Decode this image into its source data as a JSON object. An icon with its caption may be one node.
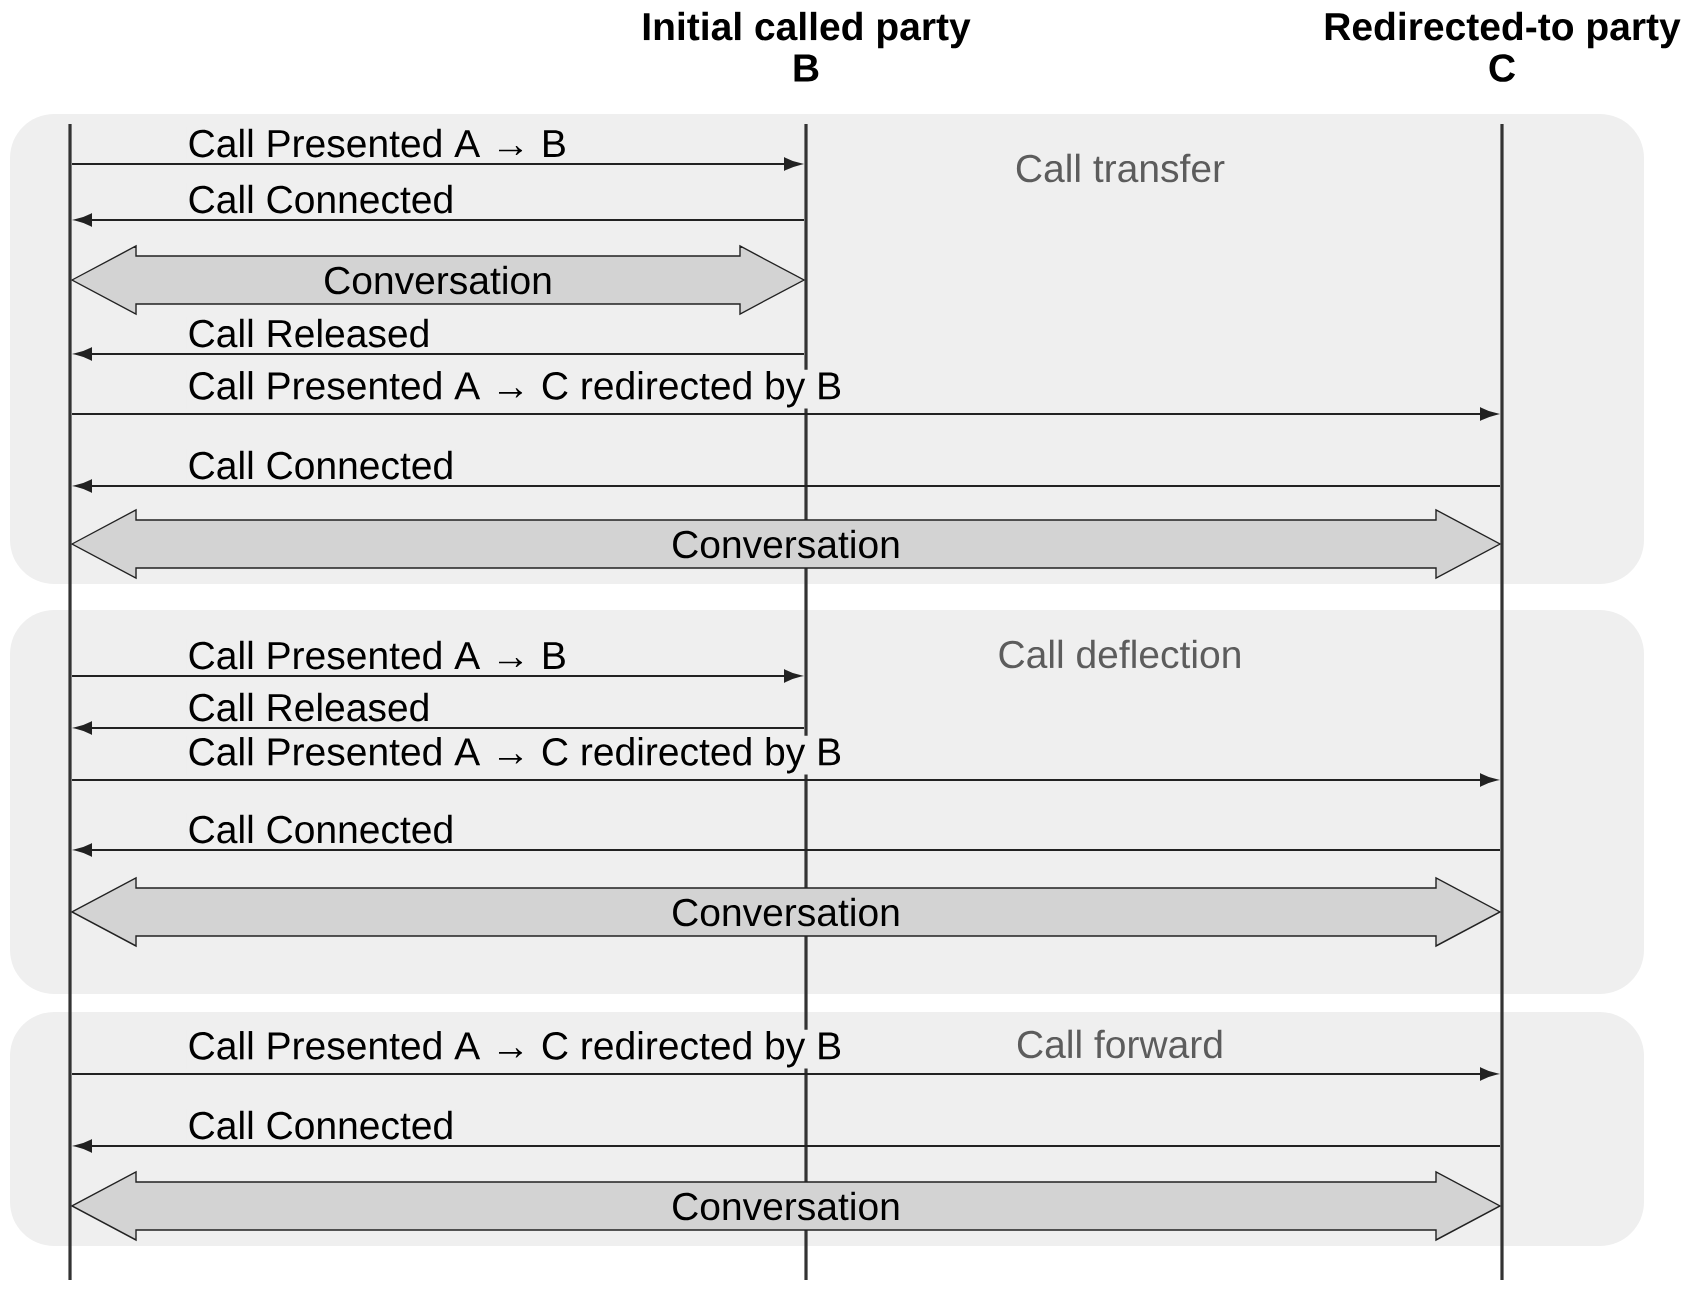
{
  "diagram": {
    "nodes": [
      {
        "text": [],
        "shape": "bar"
      },
      {
        "text": [
          "Initial called party",
          "B"
        ]
      },
      {
        "text": [
          "Redirected-to party",
          "C"
        ]
      }
    ],
    "labels": [
      "Call transfer",
      "Call deflection",
      "Call forward"
    ],
    "edges": [
      {
        "from": 0,
        "to": 1,
        "arrow": "to",
        "label": "Call Presented A → B"
      },
      {
        "from": 1,
        "to": 0,
        "arrow": "to",
        "label": "Call Connected"
      },
      {
        "from": 0,
        "to": 1,
        "arrow": "both",
        "label": "Conversation",
        "style": "thick"
      },
      {
        "from": 1,
        "to": 0,
        "arrow": "to",
        "label": "Call Released"
      },
      {
        "from": 0,
        "to": 2,
        "arrow": "to",
        "label": "Call Presented A → C redirected by B"
      },
      {
        "from": 2,
        "to": 0,
        "arrow": "to",
        "label": "Call Connected"
      },
      {
        "from": 0,
        "to": 2,
        "arrow": "both",
        "label": "Conversation",
        "style": "thick"
      },
      {
        "from": 0,
        "to": 1,
        "arrow": "to",
        "label": "Call Presented A → B"
      },
      {
        "from": 1,
        "to": 0,
        "arrow": "to",
        "label": "Call Released"
      },
      {
        "from": 0,
        "to": 2,
        "arrow": "to",
        "label": "Call Presented A → C redirected by B"
      },
      {
        "from": 2,
        "to": 0,
        "arrow": "to",
        "label": "Call Connected"
      },
      {
        "from": 0,
        "to": 2,
        "arrow": "both",
        "label": "Conversation",
        "style": "thick"
      },
      {
        "from": 0,
        "to": 2,
        "arrow": "to",
        "label": "Call Presented A → C redirected by B"
      },
      {
        "from": 2,
        "to": 0,
        "arrow": "to",
        "label": "Call Connected"
      },
      {
        "from": 0,
        "to": 2,
        "arrow": "both",
        "label": "Conversation",
        "style": "thick"
      }
    ]
  }
}
